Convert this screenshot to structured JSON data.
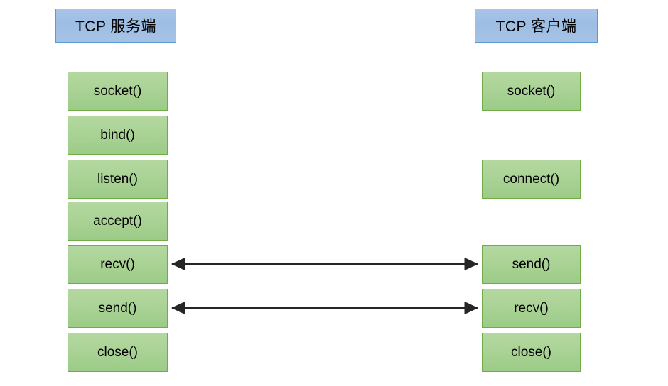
{
  "diagram": {
    "title_left": "TCP 服务端",
    "title_right": "TCP 客户端",
    "colors": {
      "background": "#ffffff",
      "header_fill": "#a3c2e5",
      "header_border": "#5b9bd5",
      "call_fill": "#a9d295",
      "call_border": "#70ad47",
      "arrow": "#262626",
      "text": "#000000"
    },
    "server": {
      "header": "TCP 服务端",
      "steps": [
        {
          "label": "socket()"
        },
        {
          "label": "bind()"
        },
        {
          "label": "listen()"
        },
        {
          "label": "accept()"
        },
        {
          "label": "recv()"
        },
        {
          "label": "send()"
        },
        {
          "label": "close()"
        }
      ]
    },
    "client": {
      "header": "TCP 客户端",
      "steps": [
        {
          "label": "socket()"
        },
        {
          "label": "connect()"
        },
        {
          "label": "send()"
        },
        {
          "label": "recv()"
        },
        {
          "label": "close()"
        }
      ]
    },
    "connections": [
      {
        "from": "recv()",
        "to": "send()",
        "style": "double-headed"
      },
      {
        "from": "send()",
        "to": "recv()",
        "style": "double-headed"
      }
    ]
  }
}
